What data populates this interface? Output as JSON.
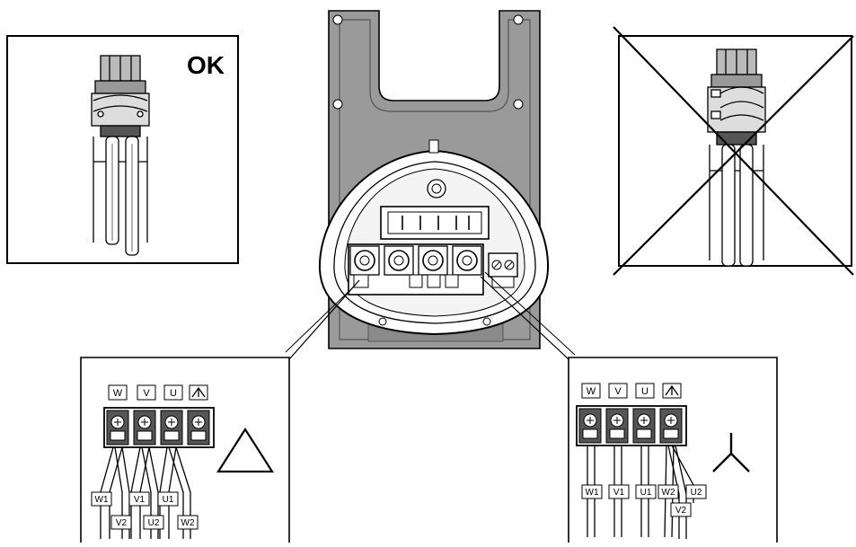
{
  "ok_panel": {
    "label": "OK"
  },
  "delta_panel": {
    "terminals": [
      "W",
      "V",
      "U",
      "⅄"
    ],
    "wire_labels_top": [
      "W1",
      "V1",
      "U1"
    ],
    "wire_labels_bottom": [
      "V2",
      "U2",
      "W2"
    ],
    "symbol": "delta"
  },
  "star_panel": {
    "terminals": [
      "W",
      "V",
      "U",
      "⅄"
    ],
    "wire_labels_top": [
      "W1",
      "V1",
      "U1",
      "W2"
    ],
    "wire_labels_bottom": [
      "U2",
      "V2"
    ],
    "symbol": "star"
  },
  "colors": {
    "line": "#000000",
    "housing": "#9a9a9a",
    "housing_dark": "#7d7d7d",
    "paper": "#ffffff"
  }
}
